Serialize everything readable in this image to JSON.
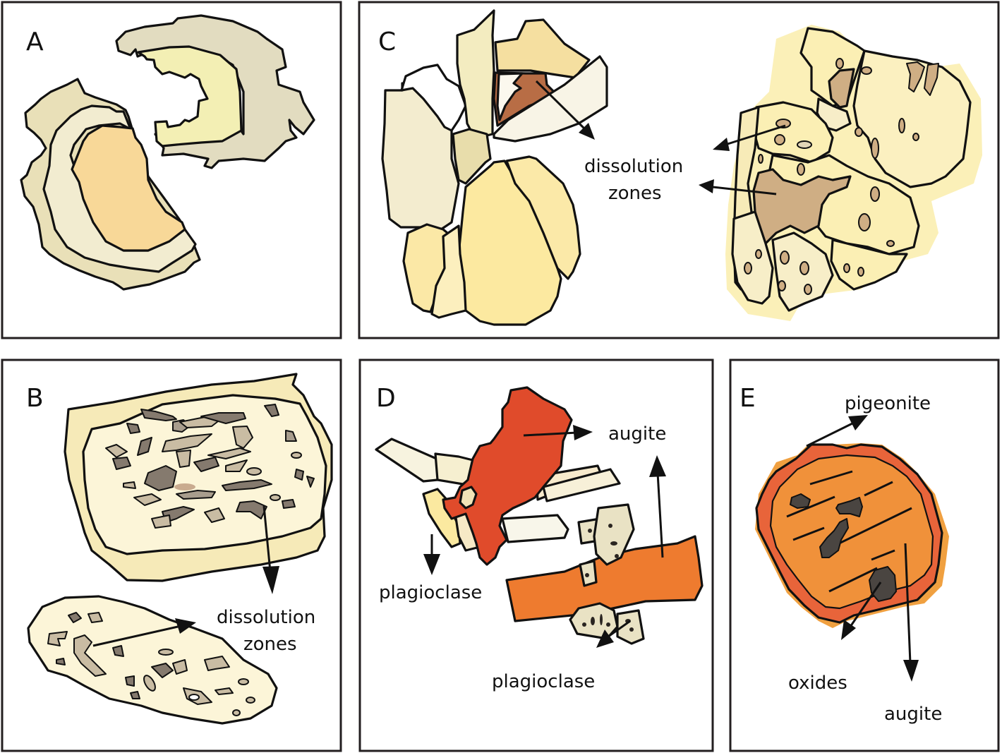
{
  "figure": {
    "panels": [
      {
        "id": "A",
        "letter": "A",
        "labels": []
      },
      {
        "id": "B",
        "letter": "B",
        "labels": [
          "dissolution",
          "zones"
        ]
      },
      {
        "id": "C",
        "letter": "C",
        "labels": [
          "dissolution",
          "zones"
        ]
      },
      {
        "id": "D",
        "letter": "D",
        "labels": [
          "augite",
          "plagioclase",
          "plagioclase"
        ]
      },
      {
        "id": "E",
        "letter": "E",
        "labels": [
          "pigeonite",
          "oxides",
          "augite"
        ]
      }
    ],
    "A": {
      "letter": "A"
    },
    "B": {
      "letter": "B",
      "label_line1": "dissolution",
      "label_line2": "zones"
    },
    "C": {
      "letter": "C",
      "label_line1": "dissolution",
      "label_line2": "zones"
    },
    "D": {
      "letter": "D",
      "augite": "augite",
      "plagioclase_left": "plagioclase",
      "plagioclase_bottom": "plagioclase"
    },
    "E": {
      "letter": "E",
      "pigeonite": "pigeonite",
      "oxides": "oxides",
      "augite": "augite"
    }
  },
  "colors": {
    "frame": "#231f20",
    "outline": "#111111",
    "pale_cream": "#f7f3df",
    "cream": "#f3ecc8",
    "beige": "#e6e0bf",
    "tan_grey": "#e2dcc0",
    "pale_yellow": "#f3efb4",
    "light_orange": "#f8d898",
    "yellow": "#fbe88c",
    "brown": "#b86d45",
    "dissolution_dark": "#857a6e",
    "dissolution_light": "#c9bca3",
    "dissolution_tan": "#cfae84",
    "augite_red": "#e04b2b",
    "augite_orange": "#ee7b2f",
    "pigeonite_rim": "#e86a3a",
    "augite_core": "#f0913a",
    "oxide": "#4a4541",
    "plag_inclusion": "#e9e2c4"
  }
}
